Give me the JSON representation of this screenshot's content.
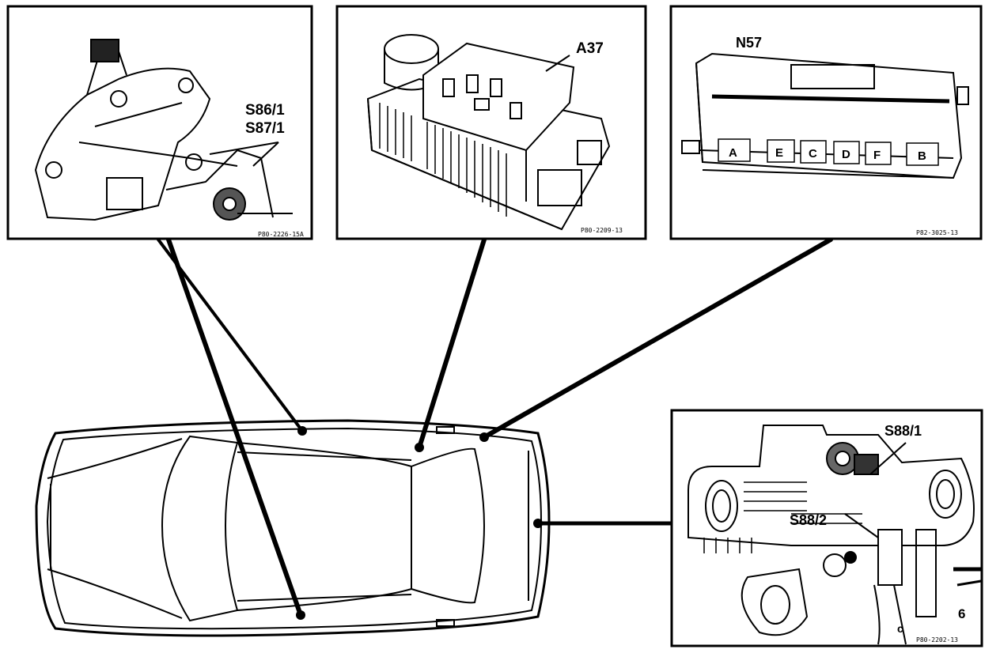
{
  "panels": {
    "door_lock": {
      "labels": [
        "S86/1",
        "S87/1"
      ],
      "code": "P80-2226-15A"
    },
    "pump": {
      "label": "A37",
      "code": "P80-2209-13"
    },
    "control_module": {
      "label": "N57",
      "connectors": [
        "A",
        "E",
        "C",
        "D",
        "F",
        "B"
      ],
      "code": "P82-3025-13"
    },
    "trunk_lock": {
      "labels": [
        "S88/1",
        "S88/2"
      ],
      "small_labels": [
        "c",
        "6"
      ],
      "code": "P80-2202-13"
    }
  },
  "colors": {
    "ink": "#000000",
    "paper": "#ffffff"
  }
}
